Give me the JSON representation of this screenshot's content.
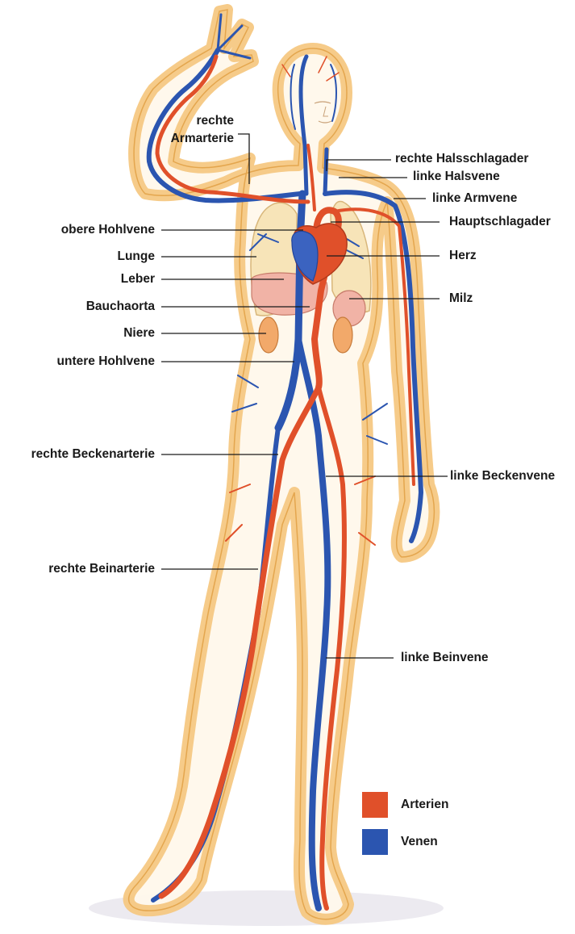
{
  "labels": {
    "rechte_armarterie_1": "rechte",
    "rechte_armarterie_2": "Armarterie",
    "rechte_halsschlagader": "rechte Halsschlagader",
    "linke_halsvene": "linke Halsvene",
    "linke_armvene": "linke Armvene",
    "hauptschlagader": "Hauptschlagader",
    "obere_hohlvene": "obere Hohlvene",
    "lunge": "Lunge",
    "herz": "Herz",
    "leber": "Leber",
    "milz": "Milz",
    "bauchaorta": "Bauchaorta",
    "niere": "Niere",
    "untere_hohlvene": "untere Hohlvene",
    "rechte_beckenarterie": "rechte Beckenarterie",
    "linke_beckenvene": "linke Beckenvene",
    "rechte_beinarterie": "rechte Beinarterie",
    "linke_beinvene": "linke Beinvene"
  },
  "legend": {
    "arterien": {
      "label": "Arterien",
      "color": "#e0502a"
    },
    "venen": {
      "label": "Venen",
      "color": "#2b55b0"
    }
  },
  "colors": {
    "skin_fill": "#fff8ec",
    "skin_halo": "#f6c983",
    "skin_outline": "#e4a64e",
    "artery": "#e0502a",
    "vein": "#2b55b0",
    "organ": "#f1b3a6",
    "lung": "#f7e4b8",
    "leader_line": "#1a1a1a"
  }
}
